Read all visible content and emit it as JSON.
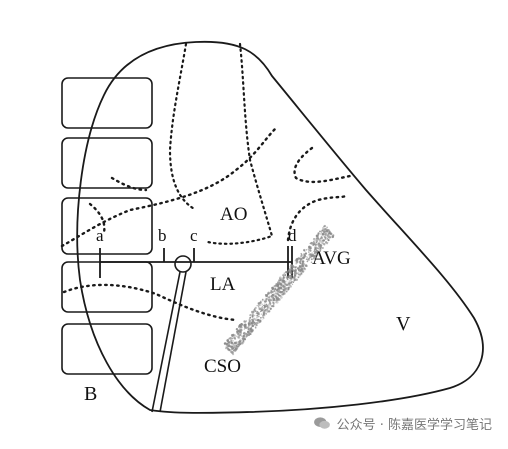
{
  "diagram": {
    "labels": {
      "ao": "AO",
      "la": "LA",
      "avg": "AVG",
      "cso": "CSO",
      "v": "V",
      "b": "B",
      "a": "a",
      "b_small": "b",
      "c": "c",
      "d": "d"
    }
  },
  "watermark": {
    "text": "公众号 · 陈嘉医学学习笔记"
  },
  "colors": {
    "line": "#1a1a1a",
    "speckle": "#8a8a8a",
    "watermark": "#777777"
  }
}
